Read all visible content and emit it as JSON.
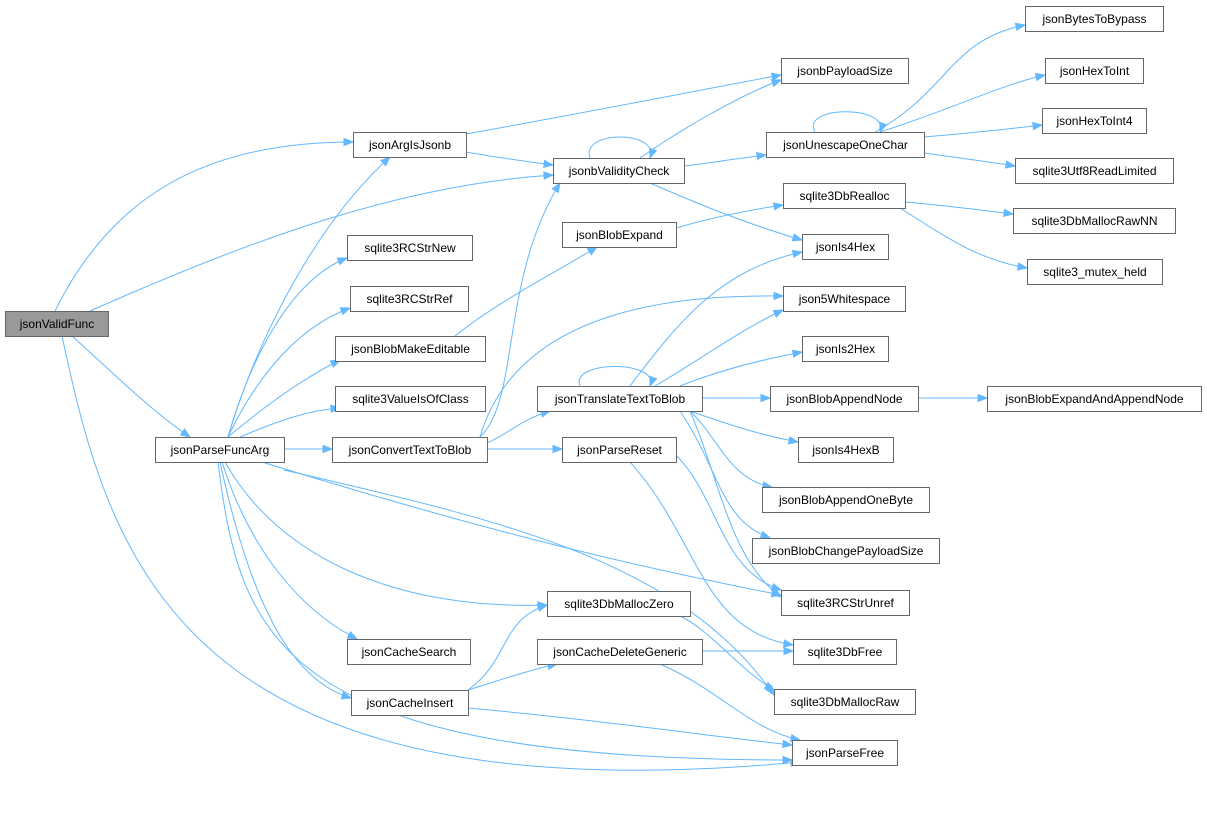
{
  "nodes": {
    "jsonValidFunc": "jsonValidFunc",
    "jsonArgIsJsonb": "jsonArgIsJsonb",
    "jsonParseFuncArg": "jsonParseFuncArg",
    "jsonbValidityCheck": "jsonbValidityCheck",
    "jsonbPayloadSize": "jsonbPayloadSize",
    "jsonBlobExpand": "jsonBlobExpand",
    "sqlite3RCStrNew": "sqlite3RCStrNew",
    "sqlite3RCStrRef": "sqlite3RCStrRef",
    "jsonBlobMakeEditable": "jsonBlobMakeEditable",
    "sqlite3ValueIsOfClass": "sqlite3ValueIsOfClass",
    "jsonConvertTextToBlob": "jsonConvertTextToBlob",
    "jsonTranslateTextToBlob": "jsonTranslateTextToBlob",
    "jsonParseReset": "jsonParseReset",
    "sqlite3DbMallocZero": "sqlite3DbMallocZero",
    "jsonCacheSearch": "jsonCacheSearch",
    "jsonCacheDeleteGeneric": "jsonCacheDeleteGeneric",
    "jsonCacheInsert": "jsonCacheInsert",
    "jsonUnescapeOneChar": "jsonUnescapeOneChar",
    "sqlite3DbRealloc": "sqlite3DbRealloc",
    "jsonIs4Hex": "jsonIs4Hex",
    "json5Whitespace": "json5Whitespace",
    "jsonIs2Hex": "jsonIs2Hex",
    "jsonBlobAppendNode": "jsonBlobAppendNode",
    "jsonIs4HexB": "jsonIs4HexB",
    "jsonBlobAppendOneByte": "jsonBlobAppendOneByte",
    "jsonBlobChangePayloadSize": "jsonBlobChangePayloadSize",
    "sqlite3RCStrUnref": "sqlite3RCStrUnref",
    "sqlite3DbFree": "sqlite3DbFree",
    "sqlite3DbMallocRaw": "sqlite3DbMallocRaw",
    "jsonParseFree": "jsonParseFree",
    "jsonBytesToBypass": "jsonBytesToBypass",
    "jsonHexToInt": "jsonHexToInt",
    "jsonHexToInt4": "jsonHexToInt4",
    "sqlite3Utf8ReadLimited": "sqlite3Utf8ReadLimited",
    "sqlite3DbMallocRawNN": "sqlite3DbMallocRawNN",
    "sqlite3_mutex_held": "sqlite3_mutex_held",
    "jsonBlobExpandAndAppendNode": "jsonBlobExpandAndAppendNode"
  },
  "root": "jsonValidFunc",
  "colors": {
    "edge": "#63b8ff",
    "node_border": "#666666",
    "root_fill": "#999999",
    "node_fill": "#ffffff"
  }
}
